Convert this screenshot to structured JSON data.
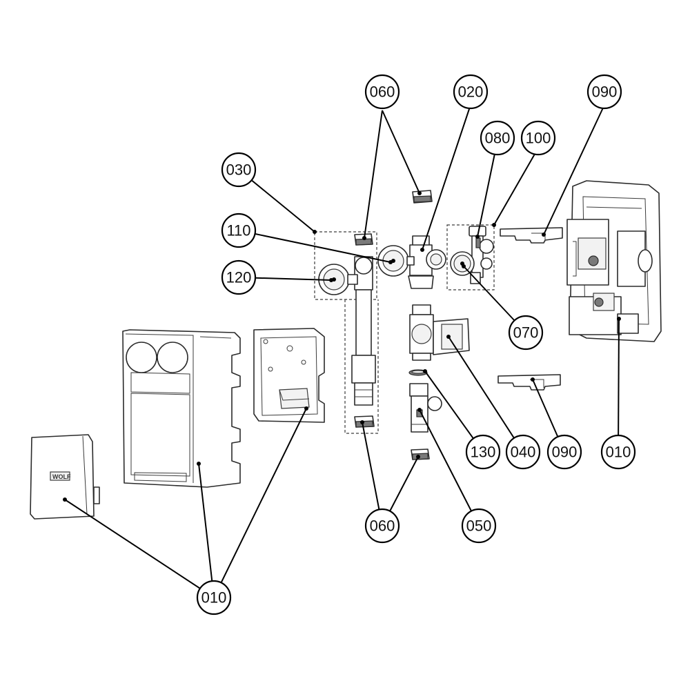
{
  "callouts": [
    {
      "id": "c-060-top",
      "label": "060"
    },
    {
      "id": "c-020",
      "label": "020"
    },
    {
      "id": "c-090-top",
      "label": "090"
    },
    {
      "id": "c-080",
      "label": "080"
    },
    {
      "id": "c-100",
      "label": "100"
    },
    {
      "id": "c-030",
      "label": "030"
    },
    {
      "id": "c-110",
      "label": "110"
    },
    {
      "id": "c-120",
      "label": "120"
    },
    {
      "id": "c-070",
      "label": "070"
    },
    {
      "id": "c-130",
      "label": "130"
    },
    {
      "id": "c-040",
      "label": "040"
    },
    {
      "id": "c-090-bottom",
      "label": "090"
    },
    {
      "id": "c-010-right",
      "label": "010"
    },
    {
      "id": "c-060-bottom",
      "label": "060"
    },
    {
      "id": "c-050",
      "label": "050"
    },
    {
      "id": "c-010-bottom",
      "label": "010"
    }
  ],
  "front_cover": {
    "logo_text": "WOLF"
  }
}
